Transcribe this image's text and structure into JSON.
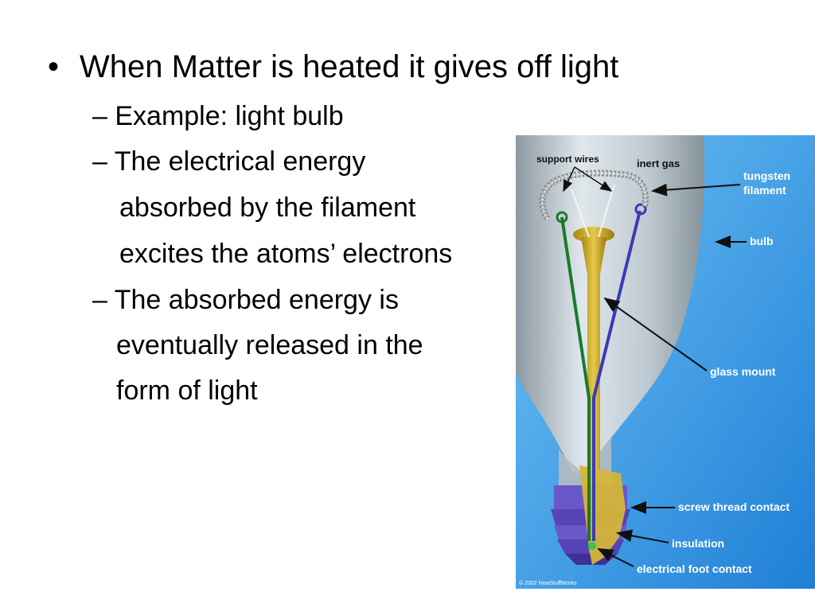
{
  "slide": {
    "bullet_glyph": "•",
    "main_point": "When Matter is heated it gives off light",
    "sub_points": [
      {
        "lines": [
          "– Example: light bulb"
        ]
      },
      {
        "lines": [
          "– The electrical energy",
          " absorbed by the filament",
          " excites the atoms’ electrons"
        ]
      },
      {
        "lines": [
          "– The absorbed energy is",
          "eventually released in the",
          "form of light"
        ]
      }
    ]
  },
  "figure": {
    "labels": {
      "support_wires": "support wires",
      "inert_gas": "inert gas",
      "tungsten_1": "tungsten",
      "tungsten_2": "filament",
      "bulb": "bulb",
      "glass_mount": "glass mount",
      "screw_thread": "screw thread contact",
      "insulation": "insulation",
      "foot_contact": "electrical foot contact",
      "copyright": "© 2002 HowStuffWorks"
    },
    "colors": {
      "background": "#1e8fe0",
      "glass": "#c9d0d4",
      "mount": "#c9a820",
      "screw": "#6a58c8",
      "wire_green": "#1a7a2a",
      "wire_blue": "#3a3ab8"
    }
  }
}
